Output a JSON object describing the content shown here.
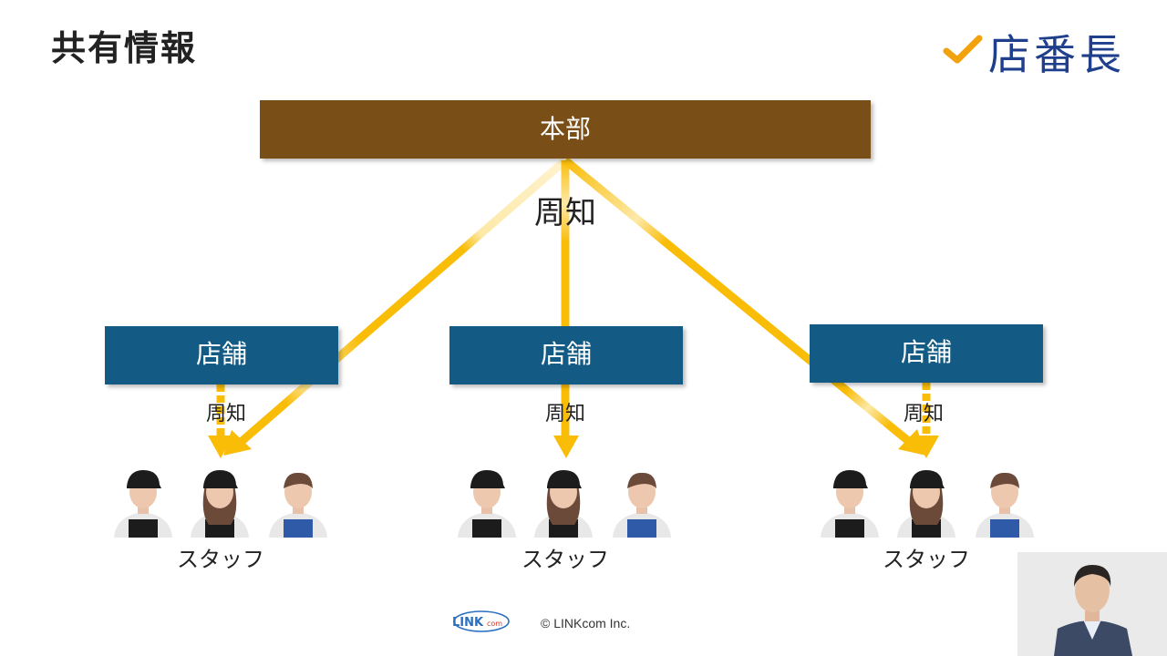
{
  "header": {
    "title": "共有情報",
    "brand_name": "店番長",
    "brand_check_icon": "check-icon",
    "brand_colors": {
      "check": "#f2a20c",
      "text": "#1f3f8c"
    }
  },
  "diagram": {
    "headquarters": {
      "label": "本部",
      "color": "#7a4e17"
    },
    "main_notice_label": "周知",
    "arrow_color": "#f9bc07",
    "stores": [
      {
        "label": "店舗",
        "notice_label": "周知",
        "staff_label": "スタッフ"
      },
      {
        "label": "店舗",
        "notice_label": "周知",
        "staff_label": "スタッフ"
      },
      {
        "label": "店舗",
        "notice_label": "周知",
        "staff_label": "スタッフ"
      }
    ],
    "store_color": "#135b85",
    "staff_icons": [
      "staff-male-icon",
      "staff-female-icon",
      "staff-apron-icon"
    ]
  },
  "footer": {
    "logo_text": "LINK",
    "logo_sub": "com",
    "copyright": "© LINKcom Inc."
  }
}
